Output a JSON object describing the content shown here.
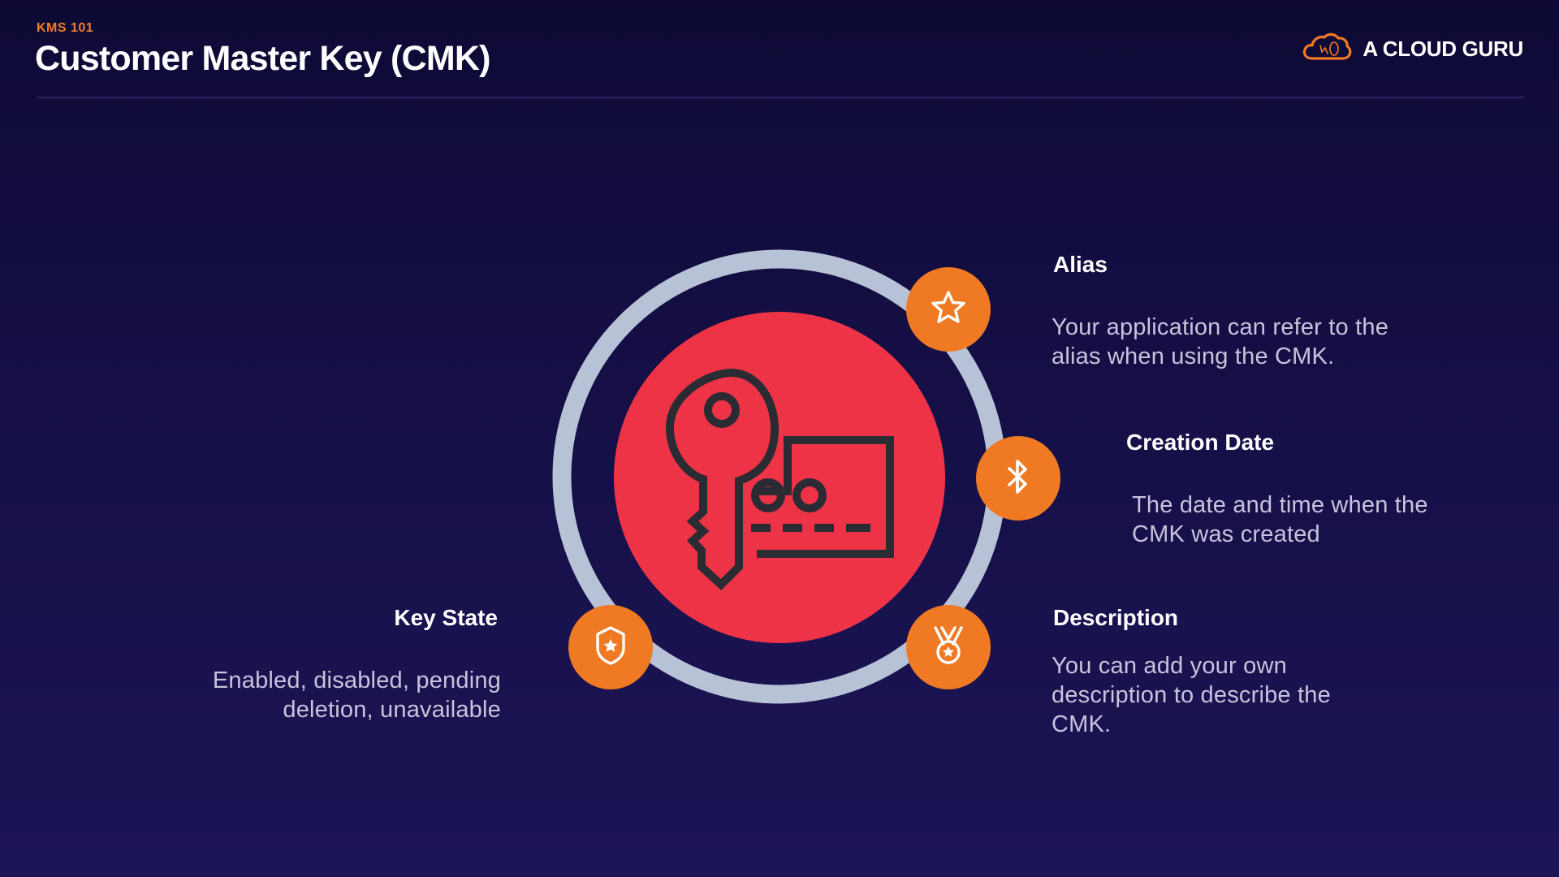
{
  "header": {
    "kicker": "KMS 101",
    "title": "Customer Master Key (CMK)"
  },
  "brand": {
    "name": "A CLOUD GURU",
    "logo_icon": "cloud-guru-logo-icon"
  },
  "colors": {
    "accent_orange": "#f07a23",
    "center_red": "#ef3347",
    "ring": "#b8c2d6",
    "background": "#150f46"
  },
  "center": {
    "icon": "key-card-icon"
  },
  "features": {
    "alias": {
      "title": "Alias",
      "description": "Your application can refer to the alias when using the CMK.",
      "icon": "star-icon"
    },
    "creation_date": {
      "title": "Creation Date",
      "description": "The date and time when the CMK was created",
      "icon": "bluetooth-icon"
    },
    "description": {
      "title": "Description",
      "description": "You can add your own description to describe the CMK.",
      "icon": "medal-icon"
    },
    "key_state": {
      "title": "Key State",
      "description": "Enabled, disabled, pending deletion, unavailable",
      "icon": "shield-star-icon"
    }
  }
}
